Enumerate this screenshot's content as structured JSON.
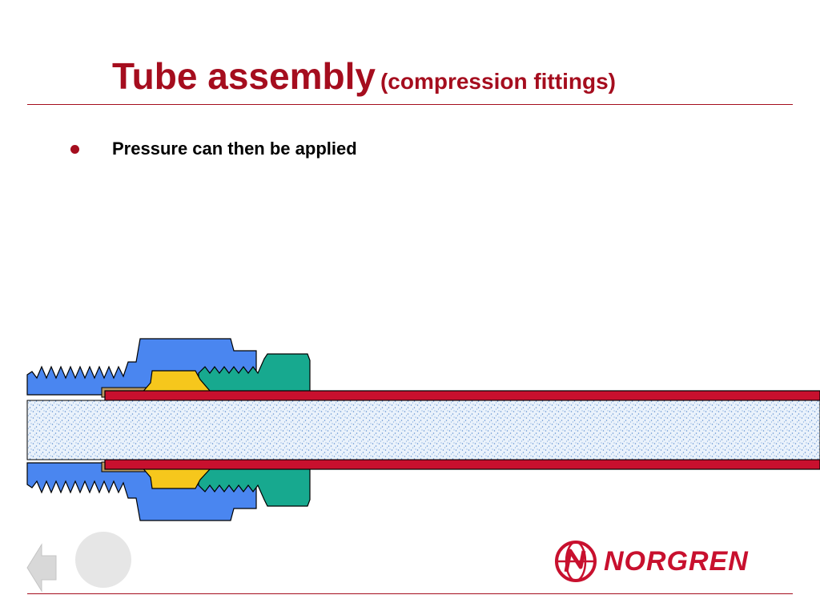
{
  "slide": {
    "title": "Tube assembly",
    "subtitle": "(compression fittings)",
    "bullets": [
      "Pressure can then be applied"
    ]
  },
  "navigation": {
    "back_icon": "back-arrow-icon",
    "home_icon": "circle-button-icon"
  },
  "logo": {
    "text": "NORGREN",
    "icon": "globe-n-emblem-icon"
  },
  "colors": {
    "accent": "#a50d1e",
    "body_blue": "#4a86f0",
    "nut_teal": "#17a98f",
    "ferrule_yellow": "#f6c71c",
    "tube_red": "#c8102e",
    "fluid_fill": "#eaf2fb",
    "logo_red": "#c8102e"
  }
}
